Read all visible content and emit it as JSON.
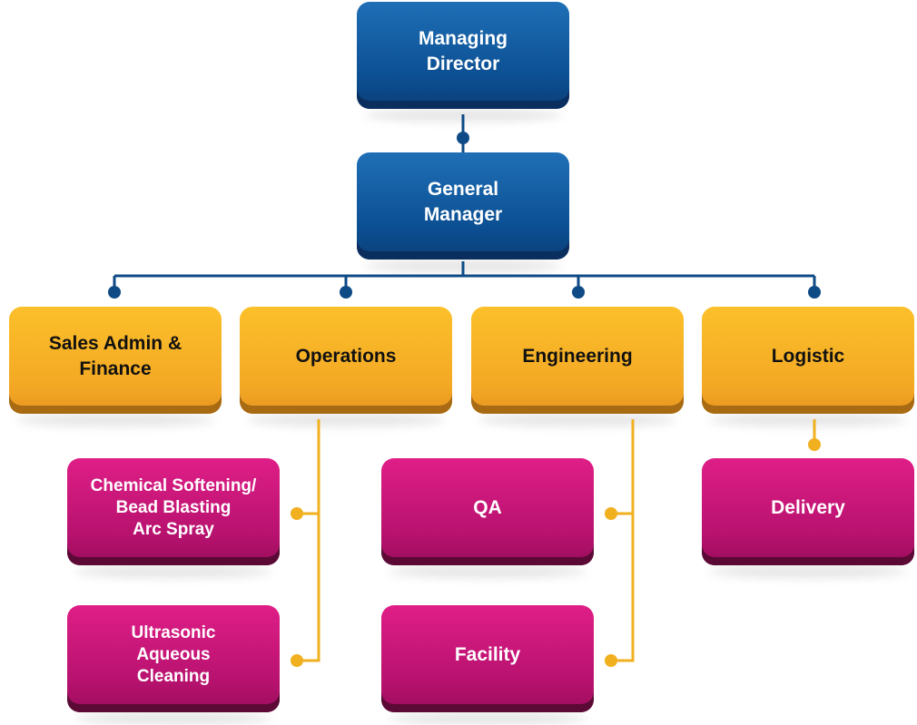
{
  "managing_director": "Managing\nDirector",
  "general_manager": "General\nManager",
  "departments": {
    "sales_admin_finance": "Sales Admin &\nFinance",
    "operations": "Operations",
    "engineering": "Engineering",
    "logistic": "Logistic"
  },
  "sub_units": {
    "chemical_softening": "Chemical Softening/\nBead Blasting\nArc Spray",
    "ultrasonic_cleaning": "Ultrasonic\nAqueous\nCleaning",
    "qa": "QA",
    "facility": "Facility",
    "delivery": "Delivery"
  },
  "colors": {
    "executive_box": "#0c4f93",
    "department_box": "#f3a824",
    "unit_box": "#b8126f",
    "executive_connector": "#0d4a86",
    "department_connector": "#f0b020"
  }
}
